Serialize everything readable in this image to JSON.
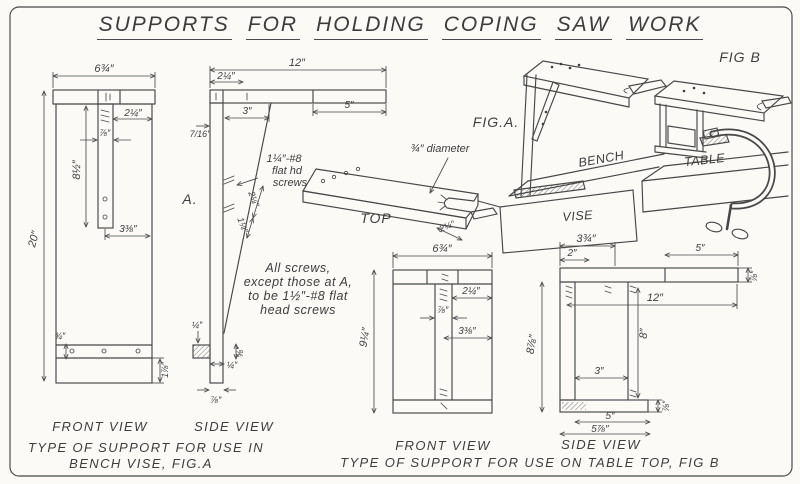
{
  "title": {
    "words": [
      "SUPPORTS",
      "FOR",
      "HOLDING",
      "COPING",
      "SAW",
      "WORK"
    ]
  },
  "colors": {
    "paper": "#fbfaf7",
    "ink": "#474747"
  },
  "views": {
    "front_a": {
      "caption": "FRONT VIEW",
      "dim_width": "6¾″",
      "dim_inset": "2¼″",
      "dim_strip_w": "⅞″",
      "dim_strip_len": "8½″",
      "dim_height": "20″",
      "dim_strip_off": "3⅜″",
      "dim_cleat_t": "¾″",
      "dim_foot": "1⅞″"
    },
    "side_a": {
      "caption": "SIDE VIEW",
      "dim_length": "12″",
      "dim_inset": "2¼″",
      "dim_brace": "3″",
      "dim_arm": "5″",
      "dim_edge": "7/16″",
      "point_label": "A.",
      "screw_note_lines": [
        "1¼″-#8",
        "flat hd",
        "screws"
      ],
      "dim_brace_a": "2¼″",
      "dim_brace_b": "1¼″",
      "dim_peg_gap": "¼″",
      "dim_peg_h": "⅝″",
      "dim_peg_w": "¼″",
      "dim_thickness": "⅞″"
    },
    "note_lines": [
      "All screws,",
      "except those at A,",
      "to be 1½″-#8 flat",
      "head screws"
    ],
    "top_view": {
      "caption": "TOP",
      "hole_label": "¾″ diameter",
      "dim_slot": "2¼″"
    },
    "fig_a": {
      "label": "FIG.A.",
      "bench": "BENCH",
      "vise": "VISE"
    },
    "fig_b": {
      "label": "FIG B",
      "table": "TABLE"
    },
    "front_b": {
      "caption": "FRONT VIEW",
      "dim_width": "6¾″",
      "dim_inset": "2¼″",
      "dim_strip_w": "⅞″",
      "dim_strip_off": "3⅜″",
      "dim_height": "9¼″"
    },
    "side_b": {
      "caption": "SIDE VIEW",
      "dim_top": "3¾″",
      "dim_top2": "2″",
      "dim_arm": "5″",
      "dim_thick": "⅞″",
      "dim_length": "12″",
      "dim_height": "8⅞″",
      "dim_inner": "8″",
      "dim_brace": "3″",
      "dim_foot_t": "⅞″",
      "dim_foot": "5″",
      "dim_foot_total": "5⅞″"
    }
  },
  "captions": {
    "type_a_line1": "TYPE OF SUPPORT FOR USE IN",
    "type_a_line2": "BENCH VISE, FIG.A",
    "type_b": "TYPE OF SUPPORT FOR USE ON TABLE TOP, FIG B"
  }
}
